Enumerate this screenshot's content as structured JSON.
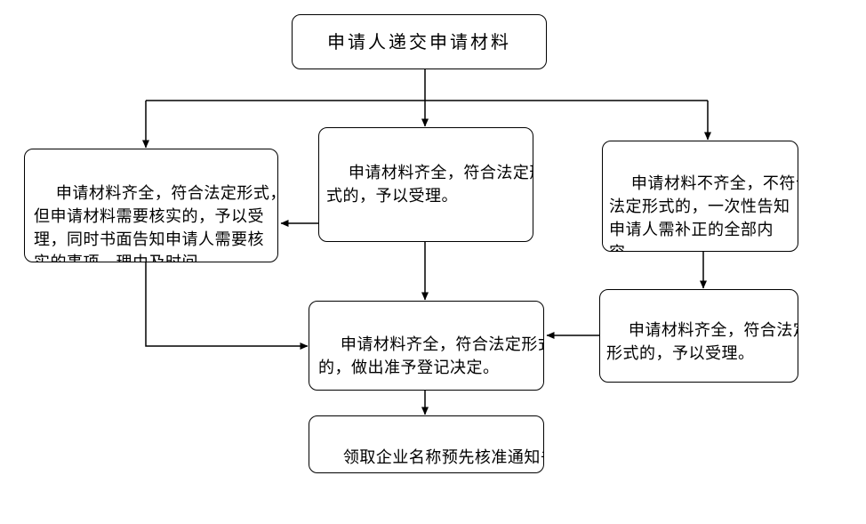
{
  "nodes": {
    "start": {
      "text": "申请人递交申请材料"
    },
    "verify": {
      "text": "申请材料齐全，符合法定形式，\n但申请材料需要核实的，予以受\n理，同时书面告知申请人需要核\n实的事项、理由及时间"
    },
    "accept": {
      "text": "申请材料齐全，符合法定形\n式的，予以受理。"
    },
    "incomplete": {
      "text": "申请材料不齐全，不符合\n法定形式的，一次性告知\n申请人需补正的全部内\n容。"
    },
    "accept2": {
      "text": "申请材料齐全，符合法定\n形式的，予以受理。"
    },
    "decision": {
      "text": "申请材料齐全，符合法定形式\n的，做出准予登记决定。"
    },
    "end": {
      "text": "领取企业名称预先核准通知书"
    }
  },
  "colors": {
    "line": "#000000",
    "border": "#000000",
    "fill": "#ffffff",
    "text": "#000000",
    "background": "#ffffff"
  }
}
